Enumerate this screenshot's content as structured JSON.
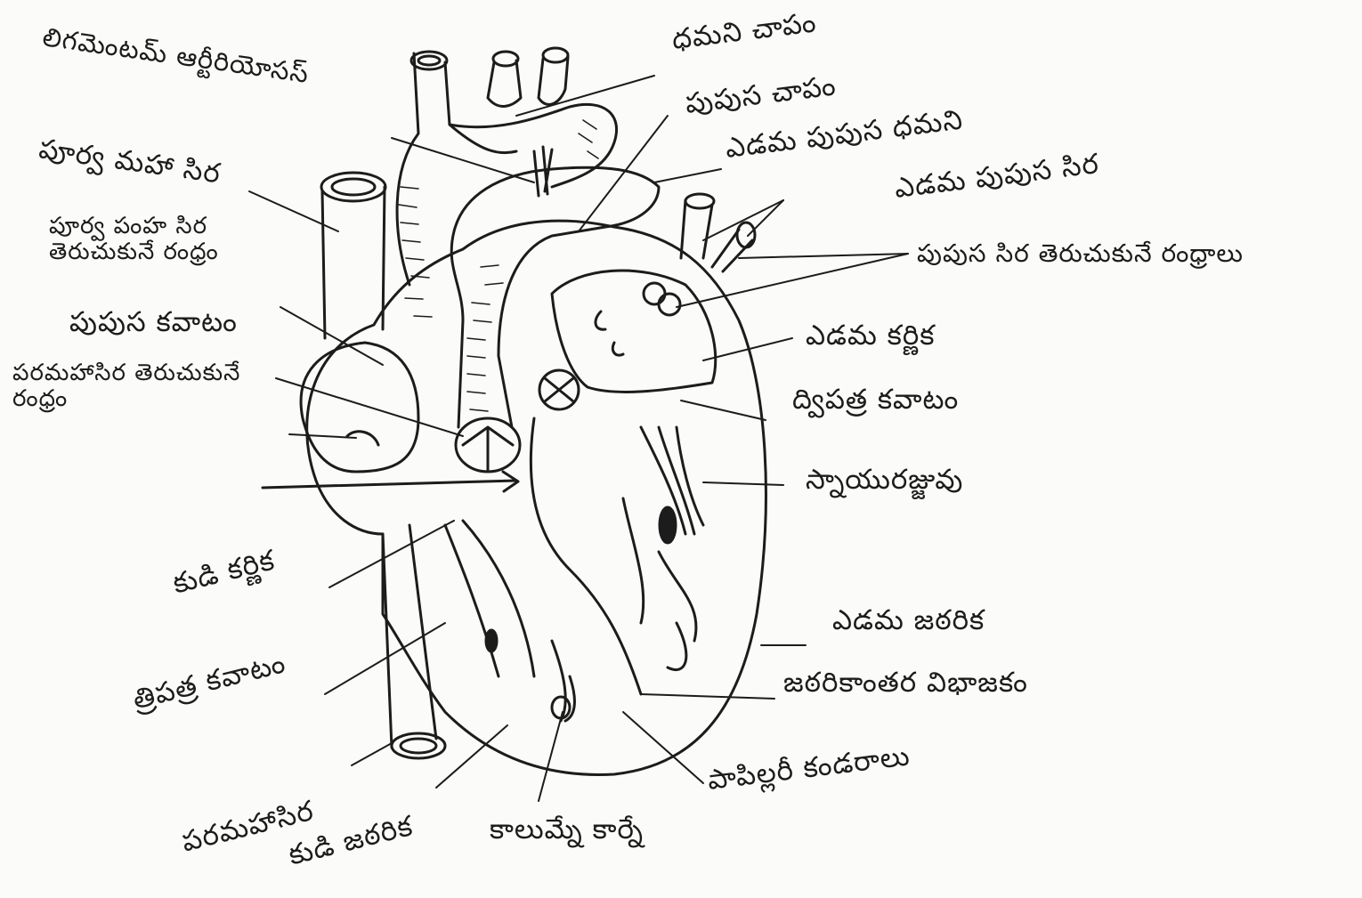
{
  "diagram": {
    "ink_color": "#1c1c1c",
    "paper_color": "#fbfbf9",
    "labels": {
      "ligamentum_arteriosum": "లిగమెంటమ్ ఆర్టీరియోసస్",
      "aortic_arch": "ధమని చాపం",
      "pulmonary_trunk": "పుపుస చాపం",
      "left_pulmonary_artery": "ఎడమ పుపుస ధమని",
      "left_pulmonary_vein": "ఎడమ పుపుస సిర",
      "pulmonary_vein_openings": "పుపుస సిర తెరుచుకునే రంధ్రాలు",
      "superior_vena_cava": "పూర్వ మహా సిర",
      "coronary_sinus_opening": "పూర్వ పంహ సిర తెరుచుకునే రంధ్రం",
      "pulmonary_valve": "పుపుస కవాటం",
      "ivc_opening": "పరమహాసిర తెరుచుకునే రంధ్రం",
      "left_atrium": "ఎడమ కర్ణిక",
      "bicuspid_valve": "ద్విపత్ర కవాటం",
      "chordae_tendineae": "స్నాయురజ్జువు",
      "right_atrium": "కుడి కర్ణిక",
      "tricuspid_valve": "త్రిపత్ర కవాటం",
      "left_ventricle": "ఎడమ జఠరిక",
      "interventricular_septum": "జఠరికాంతర విభాజకం",
      "papillary_muscles": "పాపిల్లరీ కండరాలు",
      "inferior_vena_cava": "పరమహాసిర",
      "right_ventricle": "కుడి జఠరిక",
      "columnae_carneae": "కాలుమ్నే కార్నే"
    }
  }
}
